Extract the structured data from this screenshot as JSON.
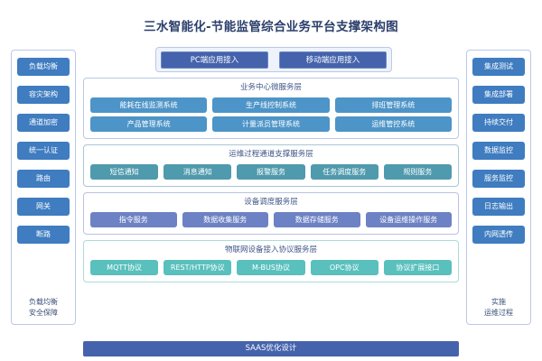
{
  "title": "三水智能化-节能监管综合业务平台支撑架构图",
  "top_access": {
    "buttons": [
      {
        "label": "PC端应用接入"
      },
      {
        "label": "移动端应用接入"
      }
    ]
  },
  "left_column": {
    "items": [
      {
        "label": "负载均衡"
      },
      {
        "label": "容灾架构"
      },
      {
        "label": "通道加密"
      },
      {
        "label": "统一认证"
      },
      {
        "label": "路由"
      },
      {
        "label": "网关"
      },
      {
        "label": "断路"
      }
    ],
    "caption_line1": "负载均衡",
    "caption_line2": "安全保障"
  },
  "right_column": {
    "items": [
      {
        "label": "集成测试"
      },
      {
        "label": "集成部署"
      },
      {
        "label": "持续交付"
      },
      {
        "label": "数据监控"
      },
      {
        "label": "服务监控"
      },
      {
        "label": "日志输出"
      },
      {
        "label": "内网透传"
      }
    ],
    "caption_line1": "实施",
    "caption_line2": "运维过程"
  },
  "layers": [
    {
      "name": "business-center",
      "title": "业务中心微服务层",
      "rows": [
        [
          {
            "label": "能耗在线监测系统"
          },
          {
            "label": "生产线控制系统"
          },
          {
            "label": "排班管理系统"
          }
        ],
        [
          {
            "label": "产品管理系统"
          },
          {
            "label": "计量派员管理系统"
          },
          {
            "label": "运维管控系统"
          }
        ]
      ]
    },
    {
      "name": "ops-channel",
      "title": "运维过程通道支撑服务层",
      "rows": [
        [
          {
            "label": "短信通知"
          },
          {
            "label": "消息通知"
          },
          {
            "label": "报警服务"
          },
          {
            "label": "任务调度服务"
          },
          {
            "label": "规则服务"
          }
        ]
      ]
    },
    {
      "name": "device-scheduling",
      "title": "设备调度服务层",
      "rows": [
        [
          {
            "label": "指令服务"
          },
          {
            "label": "数据收集服务"
          },
          {
            "label": "数据存储服务"
          },
          {
            "label": "设备运维操作服务"
          }
        ]
      ]
    },
    {
      "name": "iot-protocol",
      "title": "物联网设备接入协议服务层",
      "rows": [
        [
          {
            "label": "MQTT协议"
          },
          {
            "label": "REST/HTTP协议"
          },
          {
            "label": "M-BUS协议"
          },
          {
            "label": "OPC协议"
          },
          {
            "label": "协议扩展接口"
          }
        ]
      ]
    }
  ],
  "bottom_bar": {
    "label": "SAAS优化设计"
  },
  "colors": {
    "title_text": "#2b3f6b",
    "accent_primary": "#4563ac",
    "business_layer": "#4d94c8",
    "ops_layer": "#4f9aad",
    "device_layer": "#6d82c4",
    "protocol_layer": "#59c0bd",
    "border": "#b9c9e8",
    "side_button": "#3f7cc0"
  }
}
